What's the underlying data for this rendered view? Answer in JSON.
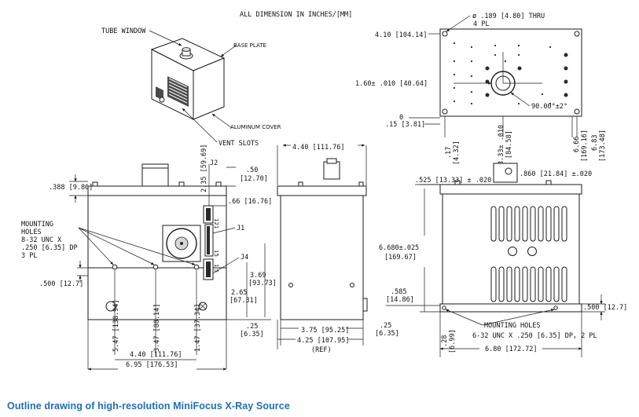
{
  "header": "ALL DIMENSION IN INCHES/[MM]",
  "caption": "Outline drawing of high-resolution MiniFocus X-Ray Source",
  "iso_labels": {
    "tube_window": "TUBE WINDOW",
    "base_plate": "BASE PLATE",
    "aluminum_cover": "ALUMINUM COVER",
    "vent_slots": "VENT SLOTS"
  },
  "front_view": {
    "dim_388": ".388 [9.86]",
    "dim_50": ".50",
    "dim_50_mm": "[12.70]",
    "dim_235": "2.35 [59.69]",
    "j2": "J2",
    "dim_66": ".66 [16.76]",
    "j1": "J1",
    "j4": "J4",
    "mounting_holes": [
      "MOUNTING",
      "HOLES",
      "8-32 UNC X",
      ".250 [6.35] DP",
      "3 PL"
    ],
    "dim_500": ".500 [12.7]",
    "dim_369": "3.69",
    "dim_369_mm": "[93.73]",
    "dim_265": "2.65",
    "dim_265_mm": "[67.31]",
    "dim_25": ".25",
    "dim_25_mm": "[6.35]",
    "dim_547": "5.47 [138.94]",
    "dim_347": "3.47 [88.14]",
    "dim_147": "1.47 [37.34]",
    "dim_440": "4.40 [111.76]",
    "dim_695": "6.95 [176.53]",
    "conn_12": "12",
    "conn_1": "1",
    "conn_15": "15",
    "conn_j4": "1 5"
  },
  "side_view": {
    "dim_440": "4.40 [111.76]",
    "dim_375": "3.75 [95.25]",
    "dim_425": "4.25 [107.95]",
    "ref": "(REF)",
    "dim_25": ".25",
    "dim_25_mm": "[6.35]"
  },
  "top_view": {
    "hole_dia": "ø .189 [4.80] THRU",
    "hole_pl": "4 PL",
    "dim_410": "4.10 [104.14]",
    "dim_160": "1.60± .010 [40.64]",
    "angle": "90.00°±2°",
    "zero": "0",
    "dim_15": ".15 [3.81]",
    "dim_17": ".17",
    "dim_17_mm": "[4.32]",
    "dim_333": "3.33± .010",
    "dim_333_mm": "[84.58]",
    "dim_666": "6.66",
    "dim_666_mm": "[169.16]",
    "dim_683": "6.83",
    "dim_683_mm": "[173.48]"
  },
  "back_view": {
    "dim_525": ".525 [13.33] ± .020",
    "dim_860": ".860 [21.84] ±.020",
    "dim_668": "6.680±.025",
    "dim_668_mm": "[169.67]",
    "dim_585": ".585",
    "dim_585_mm": "[14.86]",
    "dim_500": ".500 [12.7]",
    "mounting_holes": [
      "MOUNTING HOLES",
      "6-32 UNC X .250 [6.35] DP, 2 PL"
    ],
    "dim_28": ".28",
    "dim_28_mm": "[6.99]",
    "dim_680": "6.80 [172.72]"
  }
}
